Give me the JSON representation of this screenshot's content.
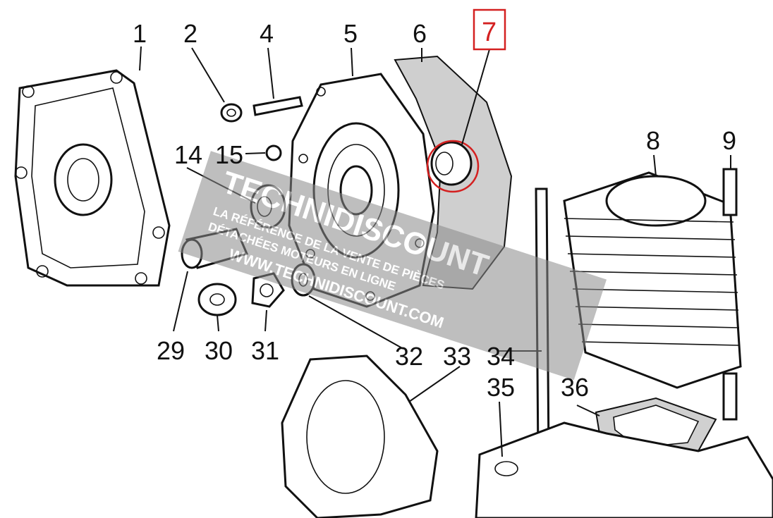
{
  "diagram": {
    "highlight_color": "#d42020",
    "highlighted_part": "7",
    "callouts": [
      "1",
      "2",
      "4",
      "5",
      "6",
      "7",
      "8",
      "9",
      "14",
      "15",
      "29",
      "30",
      "31",
      "32",
      "33",
      "34",
      "35",
      "36"
    ]
  },
  "watermark": {
    "brand": "TECHNIDISCOUNT",
    "tagline_1": "LA RÉFÉRENCE DE LA VENTE DE PIÈCES",
    "tagline_2": "DÉTACHÉES MOTEURS EN LIGNE",
    "url": "WWW.TECHNIDISCOUNT.COM",
    "color": "#7a7a7a"
  }
}
